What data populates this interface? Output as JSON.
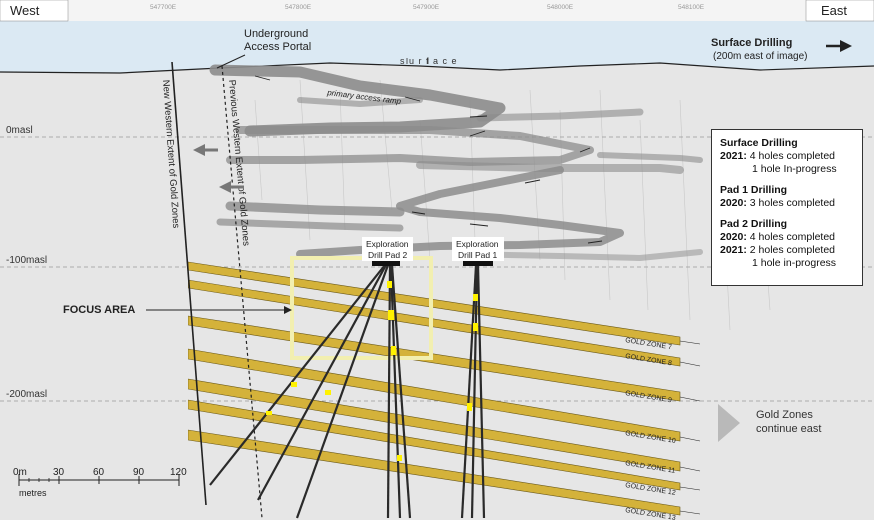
{
  "header": {
    "west": "West",
    "east": "East",
    "eastings": [
      "547700E",
      "547800E",
      "547900E",
      "548000E",
      "548100E"
    ]
  },
  "labels": {
    "underground_portal": [
      "Underground",
      "Access Portal"
    ],
    "surface": "s u r f a c e",
    "primary_ramp": "primary access ramp",
    "surface_drilling_title": "Surface Drilling",
    "surface_drilling_sub": "(200m east of image)",
    "new_extent": "New Western Extent of Gold Zones",
    "previous_extent": "Previous Western Extent of Gold Zones",
    "focus_area": "FOCUS AREA",
    "pad2": [
      "Exploration",
      "Drill Pad 2"
    ],
    "pad1": [
      "Exploration",
      "Drill Pad 1"
    ],
    "gold_continue": [
      "Gold Zones",
      "continue east"
    ]
  },
  "elevations": [
    "0masl",
    "-100masl",
    "-200masl"
  ],
  "gold_zones": [
    "GOLD ZONE 7",
    "GOLD ZONE 8",
    "GOLD ZONE 9",
    "GOLD ZONE 10",
    "GOLD ZONE 11",
    "GOLD ZONE 12",
    "GOLD ZONE 13"
  ],
  "scale_bar": {
    "ticks": [
      "0m",
      "30",
      "60",
      "90",
      "120"
    ],
    "unit": "metres"
  },
  "info_box": {
    "surface": {
      "title": "Surface Drilling",
      "lines": [
        {
          "year": "2021:",
          "text": "4 holes completed"
        },
        {
          "year": "",
          "text": "1 hole In-progress"
        }
      ]
    },
    "pad1": {
      "title": "Pad 1 Drilling",
      "lines": [
        {
          "year": "2020:",
          "text": "3 holes completed"
        }
      ]
    },
    "pad2": {
      "title": "Pad 2 Drilling",
      "lines": [
        {
          "year": "2020:",
          "text": "4 holes completed"
        },
        {
          "year": "2021:",
          "text": "2 holes completed"
        },
        {
          "year": "",
          "text": "1 hole in-progress"
        }
      ]
    }
  },
  "colors": {
    "sky": "#dbe9f3",
    "rock": "#e6e6e6",
    "gold": "#d4b23a",
    "gold_edge": "#6b5a1a",
    "highlight": "#fff200",
    "ramp": "#8c8c8c",
    "focus_box": "#f2efb0"
  }
}
